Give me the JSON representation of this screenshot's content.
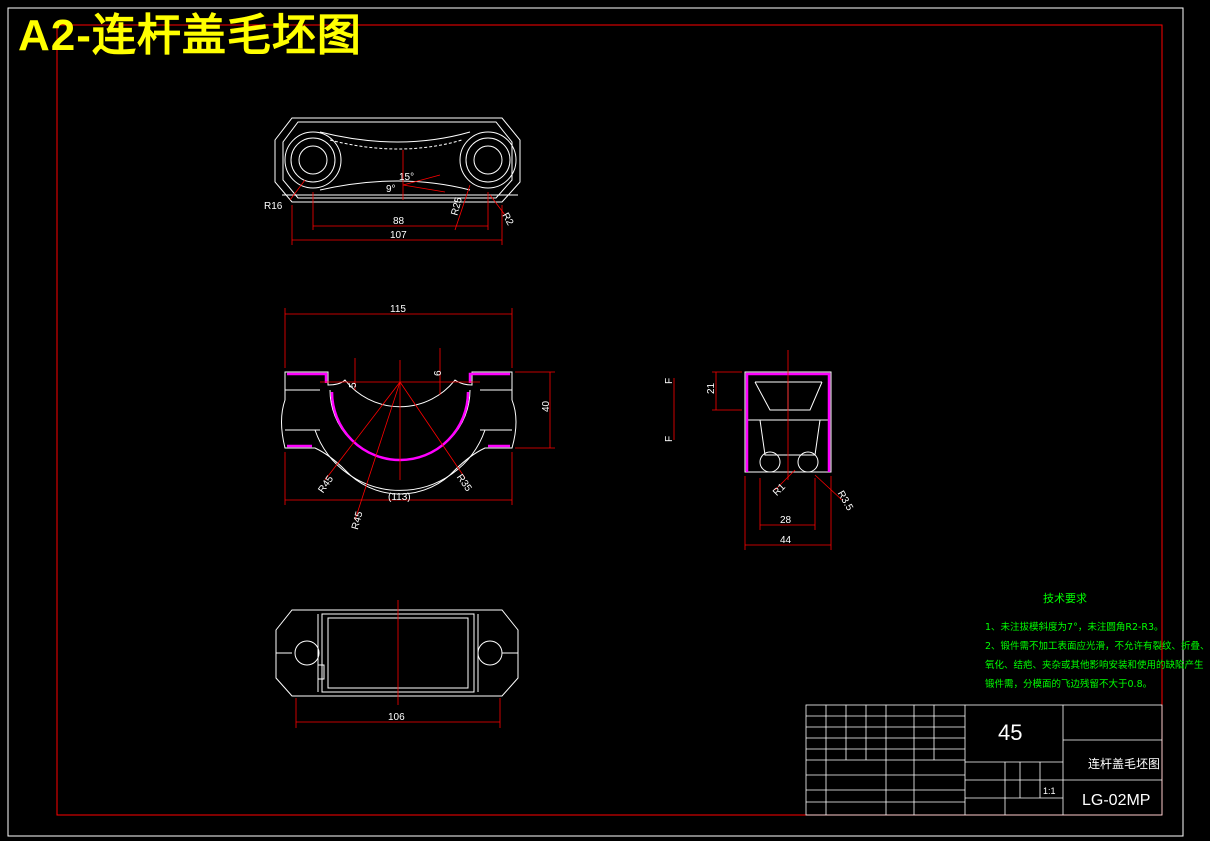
{
  "title": "A2-连杆盖毛坯图",
  "views": {
    "top": {
      "dims": [
        "R16",
        "15°",
        "9°",
        "88",
        "R25",
        "R2",
        "107"
      ]
    },
    "front": {
      "dims": [
        "115",
        "5",
        "6",
        "40",
        "R45",
        "R35",
        "(113)",
        "R45"
      ]
    },
    "side": {
      "dims": [
        "21",
        "R1",
        "R3.5",
        "28",
        "44"
      ],
      "section_labels": [
        "F",
        "F"
      ]
    },
    "bottom": {
      "dims": [
        "106"
      ]
    }
  },
  "tech_requirements": {
    "heading": "技术要求",
    "line1": "1、未注拔模斜度为7°，未注圆角R2-R3。",
    "line2": "2、锻件需不加工表面应光滑，不允许有裂纹、折叠、",
    "line3": "氧化、结疤、夹杂或其他影响安装和使用的缺陷产生",
    "line4": "锻件需，分模面的飞边残留不大于0.8。"
  },
  "title_block": {
    "material": "45",
    "part_name": "连杆盖毛坯图",
    "drawing_no": "LG-02MP",
    "scale": "1:1"
  },
  "colors": {
    "frame": "#ff0000",
    "outline": "#ffffff",
    "dimension": "#ff0000",
    "hatch": "#ff00ff",
    "title": "#ffff00",
    "notes": "#00ff00"
  }
}
